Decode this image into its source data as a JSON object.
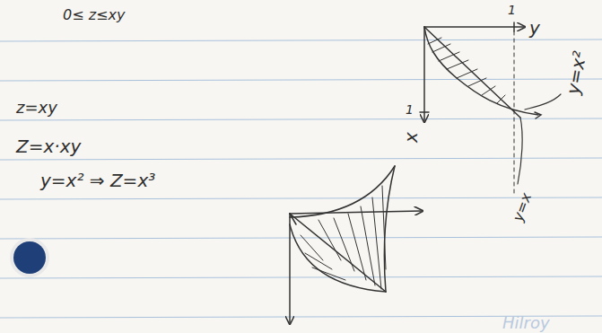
{
  "diagram": {
    "labels": [
      "0≤ z≤xy",
      "z=xy",
      "Z=x·xy",
      "y=x² ⇒ Z=x³",
      "1",
      "y",
      "1",
      "x",
      "y=x²",
      "y=x",
      "Hilroy"
    ]
  }
}
